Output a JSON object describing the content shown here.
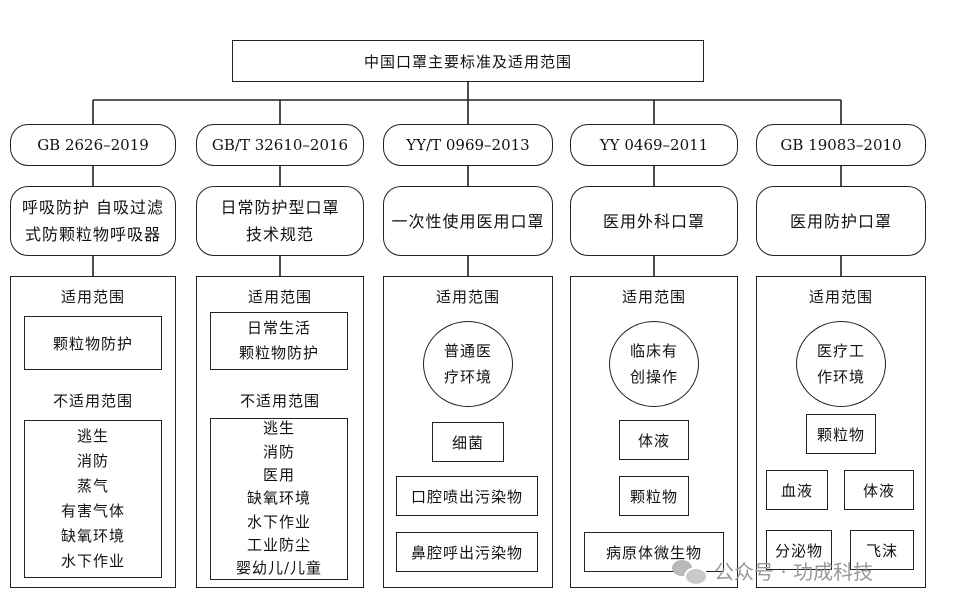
{
  "title": "中国口罩主要标准及适用范围",
  "labels": {
    "applicable": "适用范围",
    "not_applicable": "不适用范围"
  },
  "columns": [
    {
      "standard": "GB 2626–2019",
      "name": [
        "呼吸防护 自吸过滤",
        "式防颗粒物呼吸器"
      ],
      "applicable": [
        "颗粒物防护"
      ],
      "not_applicable": [
        "逃生",
        "消防",
        "蒸气",
        "有害气体",
        "缺氧环境",
        "水下作业"
      ]
    },
    {
      "standard": "GB/T 32610–2016",
      "name": [
        "日常防护型口罩",
        "技术规范"
      ],
      "applicable": [
        "日常生活",
        "颗粒物防护"
      ],
      "not_applicable": [
        "逃生",
        "消防",
        "医用",
        "缺氧环境",
        "水下作业",
        "工业防尘",
        "婴幼儿/儿童"
      ]
    },
    {
      "standard": "YY/T 0969–2013",
      "name": [
        "一次性使用医用口罩"
      ],
      "circle": [
        "普通医",
        "疗环境"
      ],
      "items": [
        "细菌",
        "口腔喷出污染物",
        "鼻腔呼出污染物"
      ]
    },
    {
      "standard": "YY 0469–2011",
      "name": [
        "医用外科口罩"
      ],
      "circle": [
        "临床有",
        "创操作"
      ],
      "items": [
        "体液",
        "颗粒物",
        "病原体微生物"
      ]
    },
    {
      "standard": "GB 19083–2010",
      "name": [
        "医用防护口罩"
      ],
      "circle": [
        "医疗工",
        "作环境"
      ],
      "items": [
        "颗粒物",
        "血液",
        "体液",
        "分泌物",
        "飞沫"
      ]
    }
  ],
  "watermark": "公众号 · 功成科技"
}
